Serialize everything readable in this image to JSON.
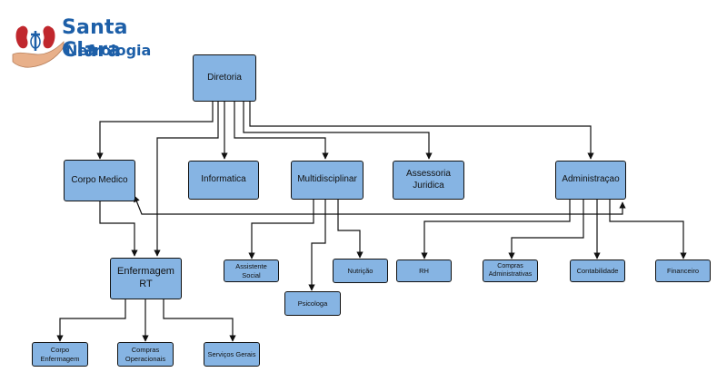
{
  "brand": {
    "name": "Santa Clara",
    "subtitle": "Nefrologia",
    "colors": {
      "primary": "#1d5fa8",
      "accent": "#c0272d",
      "hand": "#e8b08a"
    }
  },
  "style": {
    "node_fill": "#86b4e3",
    "line": "#111111"
  },
  "nodes": {
    "diretoria": "Diretoria",
    "corpo_medico": "Corpo Medico",
    "informatica": "Informatica",
    "multidisciplinar": "Multidisciplinar",
    "assessoria": "Assessoria\nJuridica",
    "administracao": "Administraçao",
    "enfermagem": "Enfermagem\nRT",
    "assistente_social": "Assistente\nSocial",
    "psicologa": "Psicologa",
    "nutricao": "Nutrição",
    "rh": "RH",
    "compras_adm": "Compras\nAdministrativas",
    "contabilidade": "Contabilidade",
    "financeiro": "Financeiro",
    "corpo_enfermagem": "Corpo\nEnfermagem",
    "compras_op": "Compras\nOperacionais",
    "servicos_gerais": "Serviços Gerais"
  }
}
